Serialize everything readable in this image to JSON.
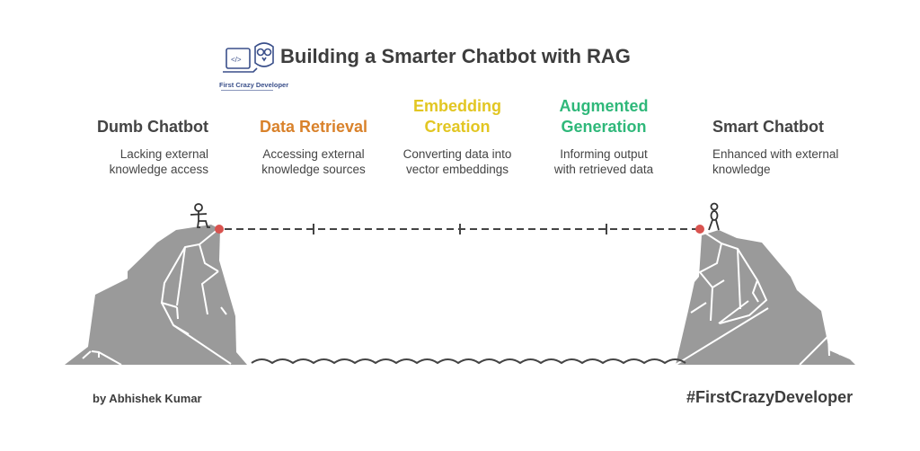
{
  "title": "Building a Smarter Chatbot with RAG",
  "logo": {
    "text": "First Crazy Developer",
    "icon": "laptop-owl-logo"
  },
  "stages": [
    {
      "title_lines": [
        "Dumb Chatbot"
      ],
      "desc_lines": [
        "Lacking external",
        "knowledge access"
      ],
      "color": "#444444"
    },
    {
      "title_lines": [
        "Data Retrieval"
      ],
      "desc_lines": [
        "Accessing external",
        "knowledge sources"
      ],
      "color": "#d9822b"
    },
    {
      "title_lines": [
        "Embedding",
        "Creation"
      ],
      "desc_lines": [
        "Converting data into",
        "vector embeddings"
      ],
      "color": "#e2c622"
    },
    {
      "title_lines": [
        "Augmented",
        "Generation"
      ],
      "desc_lines": [
        "Informing output",
        "with retrieved data"
      ],
      "color": "#2fb87a"
    },
    {
      "title_lines": [
        "Smart Chatbot"
      ],
      "desc_lines": [
        "Enhanced with external",
        "knowledge"
      ],
      "color": "#444444"
    }
  ],
  "colors": {
    "cliff": "#9a9a9a",
    "marker": "#d9534f",
    "line": "#444444"
  },
  "footer": {
    "author": "by Abhishek Kumar",
    "hashtag": "#FirstCrazyDeveloper"
  }
}
